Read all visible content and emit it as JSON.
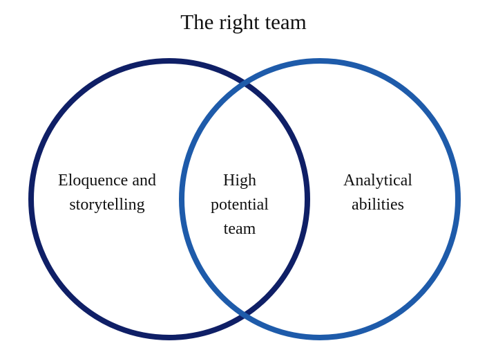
{
  "title": "The right team",
  "circles": [
    {
      "label": "Eloquence and\nstorytelling",
      "stroke": "#0F1F66"
    },
    {
      "label": "Analytical\nabilities",
      "stroke": "#1E5BAA"
    }
  ],
  "overlap_label": "High\npotential\nteam",
  "colors": {
    "background": "#FFFFFF",
    "text": "#111111"
  }
}
